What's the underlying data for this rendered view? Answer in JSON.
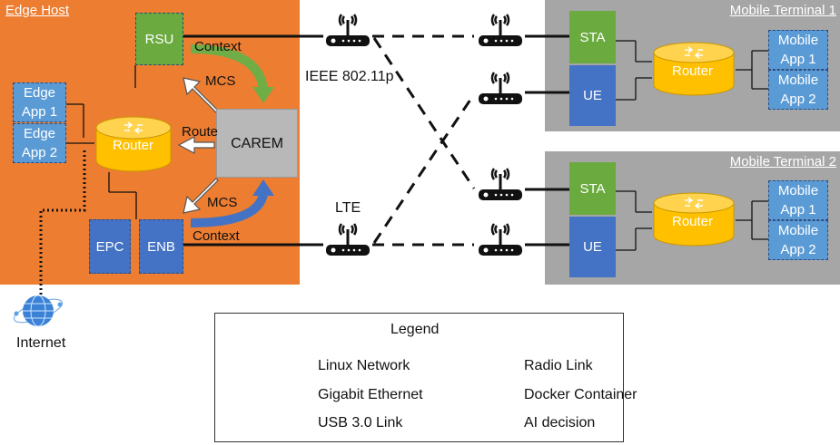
{
  "edge_host": {
    "title": "Edge Host",
    "rsu": "RSU",
    "edge_app_1": "Edge\nApp 1",
    "edge_app_2": "Edge\nApp 2",
    "router": "Router",
    "carem": "CAREM",
    "epc": "EPC",
    "enb": "ENB",
    "label_context_top": "Context",
    "label_mcs_top": "MCS",
    "label_route": "Route",
    "label_mcs_bottom": "MCS",
    "label_context_bottom": "Context"
  },
  "links": {
    "ieee": "IEEE 802.11p",
    "lte": "LTE"
  },
  "internet": "Internet",
  "mobile_terminal_1": {
    "title": "Mobile Terminal 1",
    "sta": "STA",
    "ue": "UE",
    "router": "Router",
    "app_1": "Mobile\nApp 1",
    "app_2": "Mobile\nApp 2"
  },
  "mobile_terminal_2": {
    "title": "Mobile Terminal 2",
    "sta": "STA",
    "ue": "UE",
    "router": "Router",
    "app_1": "Mobile\nApp 1",
    "app_2": "Mobile\nApp 2"
  },
  "legend": {
    "title": "Legend",
    "linux_network": "Linux Network",
    "radio_link": "Radio Link",
    "gigabit_ethernet": "Gigabit Ethernet",
    "docker_container": "Docker Container",
    "usb_link": "USB 3.0 Link",
    "ai_decision": "AI decision"
  },
  "colors": {
    "edge_host_bg": "#ed7d31",
    "terminal_bg": "#a6a6a6",
    "container_green": "#6aaa3f",
    "container_blue": "#4472c4",
    "app_blue": "#5b9bd5",
    "router_yellow": "#ffc000",
    "arrow_green": "#70ad47",
    "arrow_blue": "#4472c4"
  }
}
